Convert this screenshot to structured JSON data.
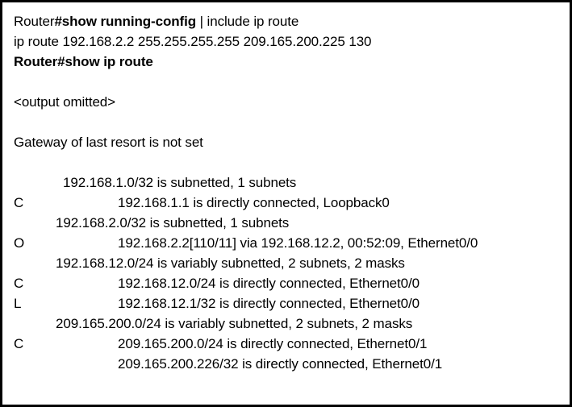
{
  "terminal": {
    "prompt_lines": [
      {
        "id": "cmd-show-running-config",
        "segments": [
          {
            "text": "Router",
            "bold": false
          },
          {
            "text": "#show running-config",
            "bold": true
          },
          {
            "text": " | include ip route",
            "bold": false
          }
        ],
        "plain": "Router#show running-config | include ip route"
      },
      {
        "id": "output-ip-route-static",
        "segments": [
          {
            "text": "ip route 192.168.2.2 255.255.255.255 209.165.200.225 130",
            "bold": false
          }
        ],
        "plain": "ip route 192.168.2.2 255.255.255.255 209.165.200.225 130"
      },
      {
        "id": "cmd-show-ip-route",
        "segments": [
          {
            "text": "Router#show ip route",
            "bold": true
          }
        ],
        "plain": "Router#show ip route"
      }
    ],
    "output_omitted": "<output omitted>",
    "gateway_line": "Gateway of last resort is not set",
    "routing_table": [
      {
        "code": "",
        "text": "192.168.1.0/32 is subnetted, 1 subnets",
        "indent": "ind-header-a",
        "kind": "subnet-header"
      },
      {
        "code": "C",
        "text": "192.168.1.1 is directly connected, Loopback0",
        "indent": "ind-entry",
        "kind": "route-entry"
      },
      {
        "code": "",
        "text": "192.168.2.0/32 is subnetted, 1 subnets",
        "indent": "ind-header-b",
        "kind": "subnet-header"
      },
      {
        "code": "O",
        "text": "192.168.2.2[110/11] via 192.168.12.2, 00:52:09, Ethernet0/0",
        "indent": "ind-entry",
        "kind": "route-entry"
      },
      {
        "code": "",
        "text": "192.168.12.0/24 is variably subnetted, 2 subnets, 2 masks",
        "indent": "ind-header-b",
        "kind": "subnet-header"
      },
      {
        "code": "C",
        "text": "192.168.12.0/24 is directly connected, Ethernet0/0",
        "indent": "ind-entry",
        "kind": "route-entry"
      },
      {
        "code": "L",
        "text": "192.168.12.1/32 is directly connected, Ethernet0/0",
        "indent": "ind-entry",
        "kind": "route-entry"
      },
      {
        "code": "",
        "text": "209.165.200.0/24 is variably subnetted, 2 subnets, 2 masks",
        "indent": "ind-header-b",
        "kind": "subnet-header"
      },
      {
        "code": "C",
        "text": "209.165.200.0/24 is directly connected, Ethernet0/1",
        "indent": "ind-entry",
        "kind": "route-entry"
      },
      {
        "code": "",
        "text": "209.165.200.226/32 is directly connected, Ethernet0/1",
        "indent": "ind-entry",
        "kind": "route-entry"
      }
    ]
  },
  "colors": {
    "background": "#ffffff",
    "text": "#000000",
    "border": "#000000"
  }
}
